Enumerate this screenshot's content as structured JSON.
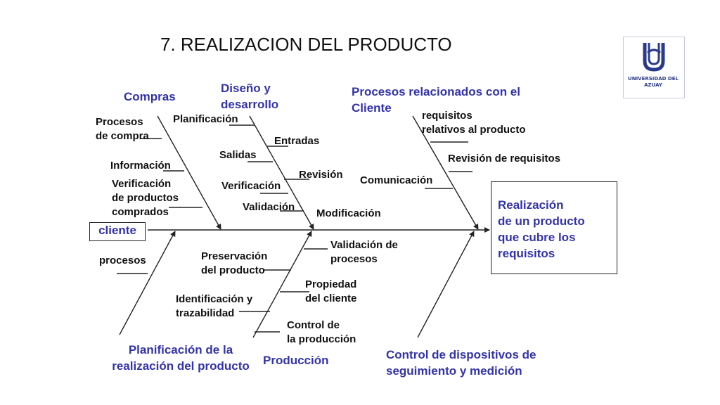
{
  "title": "7.  REALIZACION DEL PRODUCTO",
  "logo": {
    "text": "UNIVERSIDAD DEL\nAZUAY",
    "color": "#2a3a8a"
  },
  "colors": {
    "category": "#3333aa",
    "text": "#111111",
    "line": "#222222"
  },
  "categories": {
    "compras": "Compras",
    "diseno": "Diseño y\ndesarrollo",
    "procesos_cliente": "Procesos relacionados con el\nCliente",
    "planificacion": "Planificación de la\nrealización del producto",
    "produccion": "Producción",
    "control": "Control de dispositivos de\nseguimiento y medición"
  },
  "effect": "Realización\nde un producto\nque cubre los\nrequisitos",
  "cliente": "cliente",
  "items": {
    "procesos_compra": "Procesos\nde compra",
    "informacion": "Información",
    "verificacion_compras": "Verificación\n de productos\ncomprados",
    "planificacion_dis": "Planificación",
    "entradas": "Entradas",
    "salidas": "Salidas",
    "revision": "Revisión",
    "verificacion_dis": "Verificación",
    "validacion_dis": "Validación",
    "modificacion": "Modificación",
    "requisitos": "requisitos\nrelativos al producto",
    "revision_req": "Revisión de requisitos",
    "comunicacion": "Comunicación",
    "procesos": "procesos",
    "preservacion": "Preservación\ndel producto",
    "identificacion": "Identificación y\ntrazabilidad",
    "validacion_proc": "Validación de\n  procesos",
    "propiedad": "Propiedad\ndel cliente",
    "control_prod": "Control de\n  la producción"
  }
}
